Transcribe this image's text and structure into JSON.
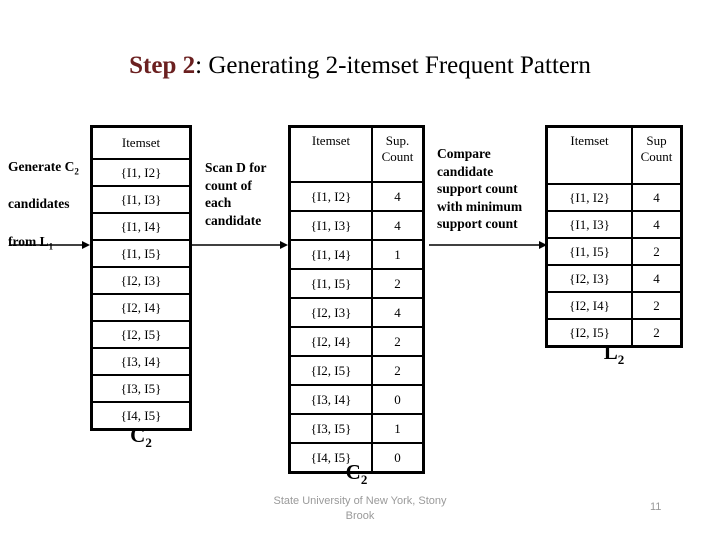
{
  "colors": {
    "step_accent": "#6b2020",
    "footer_gray": "#9a9a9a",
    "table_border": "#000000"
  },
  "title": {
    "step": "Step 2",
    "rest": ": Generating 2-itemset Frequent Pattern"
  },
  "notes": {
    "generate": {
      "lines": [
        {
          "text": "Generate C",
          "sub": "2"
        },
        {
          "text": "candidates",
          "sub": ""
        },
        {
          "text": "from L",
          "sub": "1"
        }
      ]
    },
    "scan": "Scan D for\ncount of\neach\ncandidate",
    "compare": "Compare\ncandidate\nsupport count\nwith minimum\nsupport count"
  },
  "tables": {
    "c2_candidates": {
      "header": "Itemset",
      "rows": [
        "{I1, I2}",
        "{I1, I3}",
        "{I1, I4}",
        "{I1, I5}",
        "{I2, I3}",
        "{I2, I4}",
        "{I2, I5}",
        "{I3, I4}",
        "{I3, I5}",
        "{I4, I5}"
      ],
      "label": {
        "base": "C",
        "sub": "2"
      }
    },
    "c2_counts": {
      "headers": [
        "Itemset",
        "Sup.\nCount"
      ],
      "rows": [
        {
          "itemset": "{I1, I2}",
          "count": "4"
        },
        {
          "itemset": "{I1, I3}",
          "count": "4"
        },
        {
          "itemset": "{I1, I4}",
          "count": "1"
        },
        {
          "itemset": "{I1, I5}",
          "count": "2"
        },
        {
          "itemset": "{I2, I3}",
          "count": "4"
        },
        {
          "itemset": "{I2, I4}",
          "count": "2"
        },
        {
          "itemset": "{I2, I5}",
          "count": "2"
        },
        {
          "itemset": "{I3, I4}",
          "count": "0"
        },
        {
          "itemset": "{I3, I5}",
          "count": "1"
        },
        {
          "itemset": "{I4, I5}",
          "count": "0"
        }
      ],
      "label": {
        "base": "C",
        "sub": "2"
      }
    },
    "l2": {
      "headers": [
        "Itemset",
        "Sup\nCount"
      ],
      "rows": [
        {
          "itemset": "{I1, I2}",
          "count": "4"
        },
        {
          "itemset": "{I1, I3}",
          "count": "4"
        },
        {
          "itemset": "{I1, I5}",
          "count": "2"
        },
        {
          "itemset": "{I2, I3}",
          "count": "4"
        },
        {
          "itemset": "{I2, I4}",
          "count": "2"
        },
        {
          "itemset": "{I2, I5}",
          "count": "2"
        }
      ],
      "label": {
        "base": "L",
        "sub": "2"
      }
    }
  },
  "footer": {
    "affiliation": "State University of New York, Stony\nBrook",
    "page_number": "11"
  }
}
